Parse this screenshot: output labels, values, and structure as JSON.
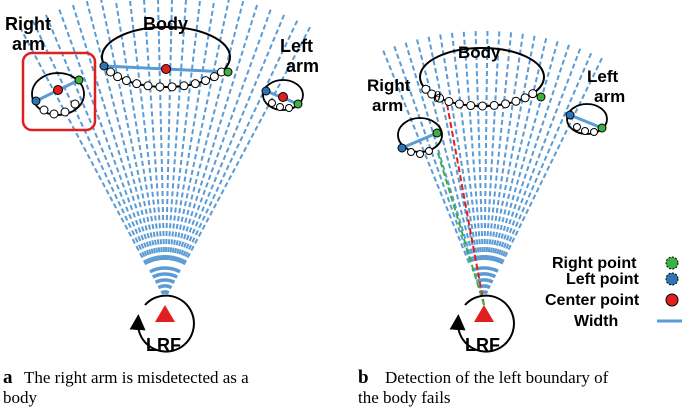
{
  "panel_a": {
    "right_arm_label_1": "Right",
    "right_arm_label_2": "arm",
    "body_label": "Body",
    "left_arm_label_1": "Left",
    "left_arm_label_2": "arm",
    "sensor_label": "LRF",
    "caption_letter": "a",
    "caption_line_1": "The right arm is misdetected as a",
    "caption_line_2": "body"
  },
  "panel_b": {
    "right_arm_label_1": "Right",
    "right_arm_label_2": "arm",
    "body_label": "Body",
    "left_arm_label_1": "Left",
    "left_arm_label_2": "arm",
    "angle_label": "θ",
    "sensor_label": "LRF",
    "caption_letter": "b",
    "caption_line_1": "Detection of the left boundary of",
    "caption_line_2": "the body fails"
  },
  "legend": {
    "right_point": "Right point",
    "left_point": "Left point",
    "center_point": "Center point",
    "width": "Width"
  },
  "colors": {
    "beam": "#5b9bd5",
    "right_point": "#3cb043",
    "left_point": "#2e75b6",
    "center_point": "#e02020",
    "width_line": "#5b9bd5",
    "highlight_box": "#e02020",
    "sensor": "#e02020"
  }
}
